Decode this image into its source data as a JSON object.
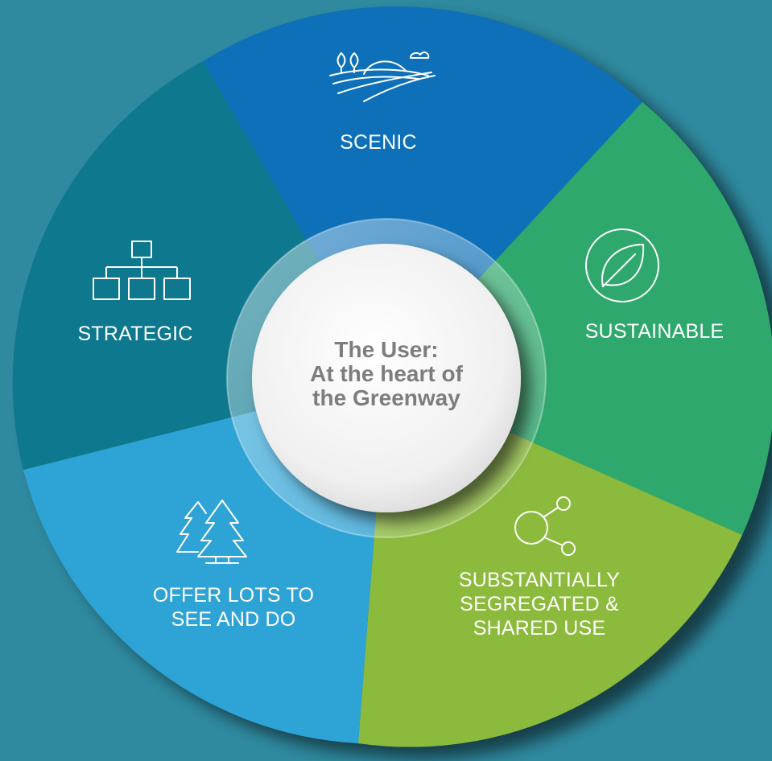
{
  "center": {
    "line1": "The User:",
    "line2": "At the heart of",
    "line3": "the Greenway"
  },
  "segments": [
    {
      "label": "SCENIC",
      "icon": "landscape-icon",
      "color": "#0b6fb8"
    },
    {
      "label": "SUSTAINABLE",
      "icon": "leaf-icon",
      "color": "#2fa86c"
    },
    {
      "label_lines": [
        "SUBSTANTIALLY",
        "SEGREGATED &",
        "SHARED USE"
      ],
      "icon": "share-nodes-icon",
      "color": "#8cba3e"
    },
    {
      "label_lines": [
        "OFFER LOTS TO",
        "SEE AND DO"
      ],
      "icon": "trees-icon",
      "color": "#2ea3d6"
    },
    {
      "label": "STRATEGIC",
      "icon": "org-chart-icon",
      "color": "#08788e"
    }
  ],
  "colors": {
    "background": "#2f8aa0",
    "hub": "#f2f2f2",
    "hub_text": "#7d7d7d"
  }
}
